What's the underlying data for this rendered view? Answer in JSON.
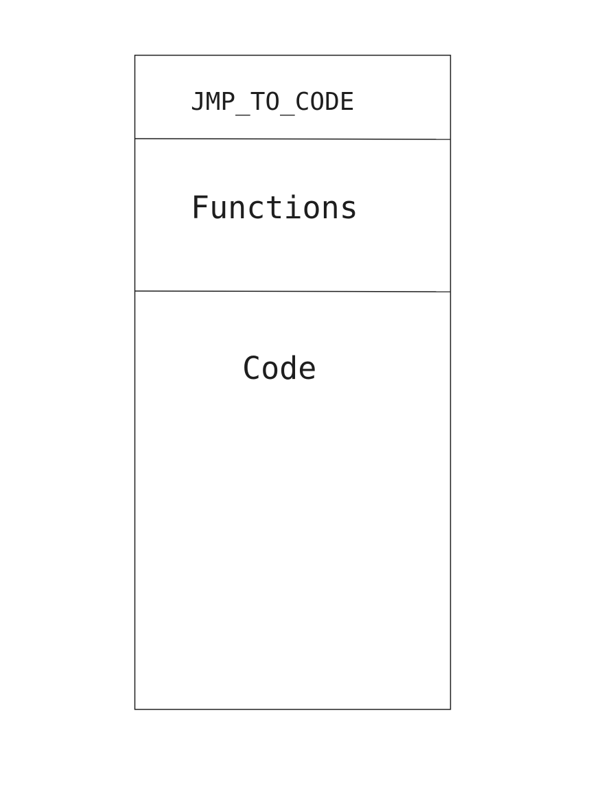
{
  "diagram": {
    "sections": [
      {
        "label": "JMP_TO_CODE"
      },
      {
        "label": "Functions"
      },
      {
        "label": "Code"
      }
    ],
    "stroke_color": "#1e1e1e"
  }
}
